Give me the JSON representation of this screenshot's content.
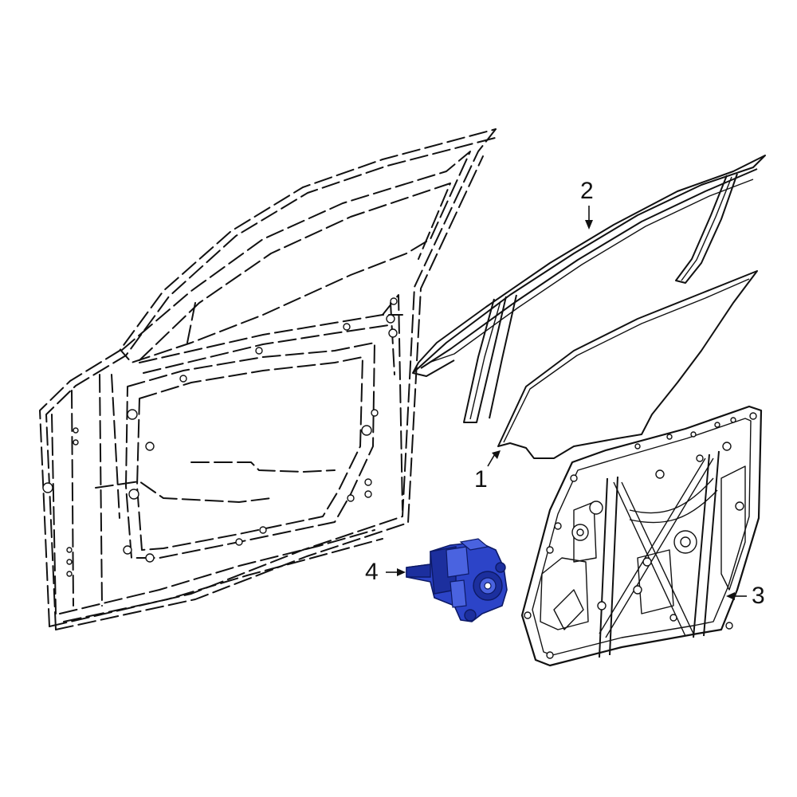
{
  "callouts": {
    "glass": "1",
    "run_channel": "2",
    "regulator_panel": "3",
    "motor": "4"
  },
  "colors": {
    "line": "#111111",
    "highlight": "#2c44c8",
    "background": "#ffffff"
  }
}
